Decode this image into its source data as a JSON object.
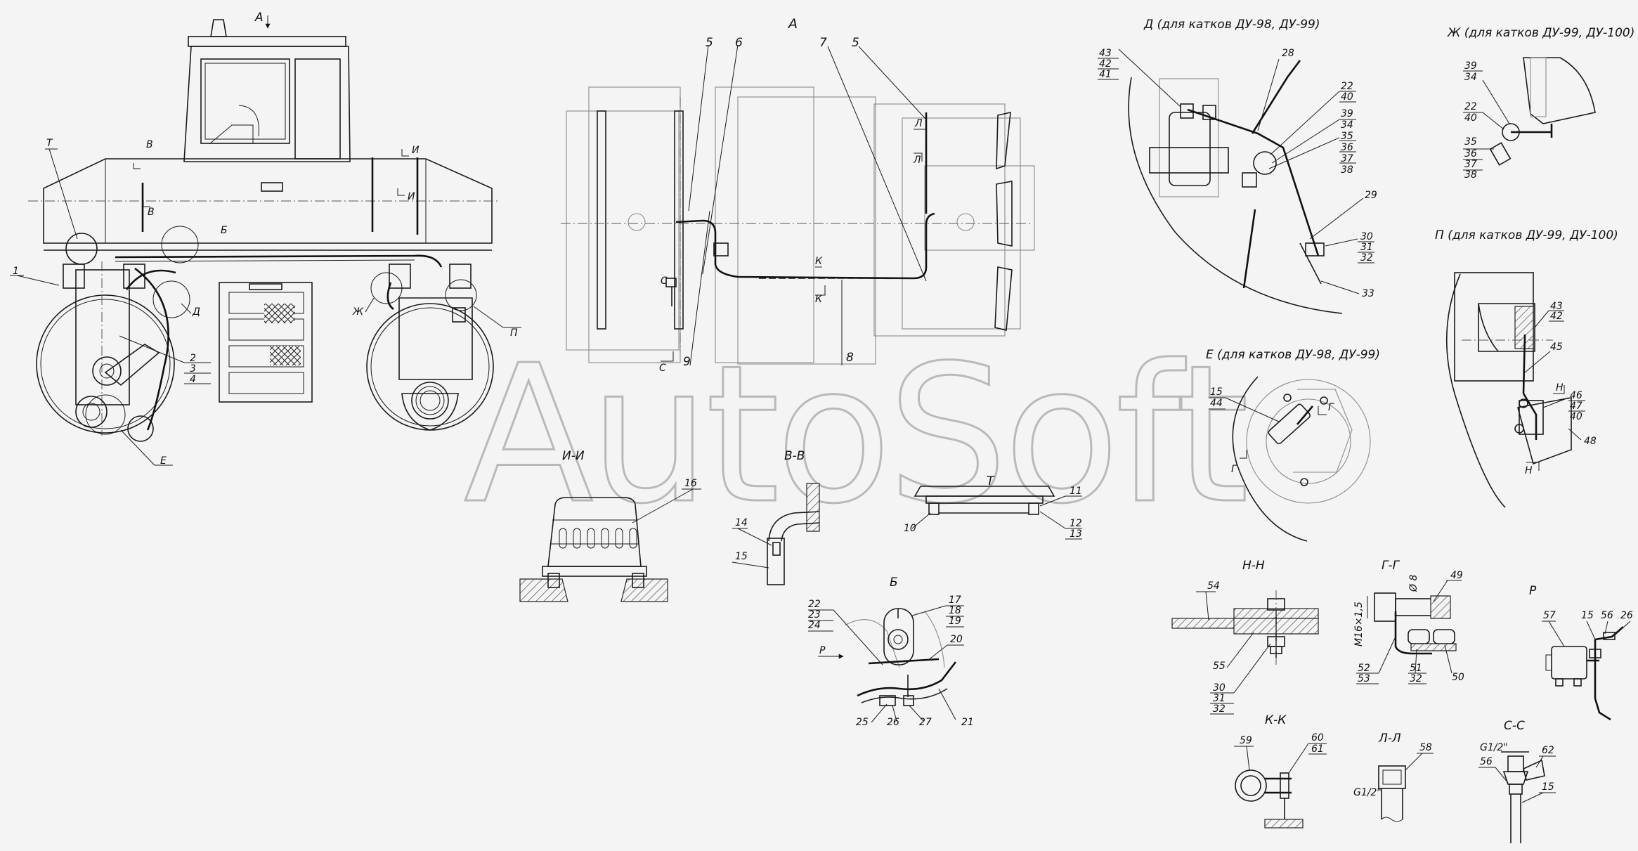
{
  "watermark": "AutoSoft",
  "view_titles": {
    "A": "А",
    "D": "Д (для катков ДУ-98, ДУ-99)",
    "Zh": "Ж (для катков ДУ-99, ДУ-100)",
    "P": "П (для катков ДУ-99, ДУ-100)",
    "E": "Е (для катков ДУ-98, ДУ-99)",
    "II": "И-И",
    "VV": "В-В",
    "T": "Т",
    "B": "Б",
    "NN": "Н-Н",
    "GG": "Г-Г",
    "R": "Р",
    "KK": "К-К",
    "LL": "Л-Л",
    "SS": "С-С"
  },
  "side_view_marks": {
    "A_arrow": "А",
    "T": "Т",
    "V1": "В",
    "V2": "В",
    "B": "Б",
    "I1": "И",
    "I2": "И",
    "D": "Д",
    "Zh": "Ж",
    "P": "П",
    "E": "Е",
    "n1": "1",
    "n2": "2",
    "n3": "3",
    "n4": "4"
  },
  "plan_view_marks": {
    "n5a": "5",
    "n6": "6",
    "n7": "7",
    "n5b": "5",
    "n8": "8",
    "n9": "9",
    "L1": "Л",
    "L2": "Л",
    "K1": "К",
    "K2": "К",
    "S1": "С",
    "S2": "С"
  },
  "view_D_labels": [
    "43",
    "42",
    "41",
    "28",
    "22",
    "40",
    "39",
    "34",
    "35",
    "36",
    "37",
    "38",
    "29",
    "30",
    "31",
    "32",
    "33"
  ],
  "view_Zh_labels": [
    "39",
    "34",
    "22",
    "40",
    "35",
    "36",
    "37",
    "38"
  ],
  "view_P_labels": [
    "43",
    "42",
    "45",
    "Н",
    "46",
    "47",
    "40",
    "48",
    "Н"
  ],
  "view_E_labels": [
    "15",
    "44",
    "Г",
    "Г"
  ],
  "section_II_labels": [
    "16"
  ],
  "section_VV_labels": [
    "14",
    "15"
  ],
  "section_T_labels": [
    "11",
    "10",
    "12",
    "13"
  ],
  "view_B_labels": [
    "17",
    "18",
    "19",
    "22",
    "23",
    "24",
    "Р",
    "20",
    "25",
    "26",
    "27",
    "21"
  ],
  "section_NN_labels": [
    "54",
    "55",
    "30",
    "31",
    "32"
  ],
  "section_GG_labels": [
    "49",
    "52",
    "53",
    "51",
    "32",
    "50",
    "Ø 8",
    "М16×1,5"
  ],
  "view_R_labels": [
    "57",
    "15",
    "56",
    "26"
  ],
  "section_KK_labels": [
    "59",
    "60",
    "61"
  ],
  "section_LL_labels": [
    "58",
    "G1/2\""
  ],
  "section_SS_labels": [
    "G1/2\"",
    "62",
    "56",
    "15"
  ]
}
